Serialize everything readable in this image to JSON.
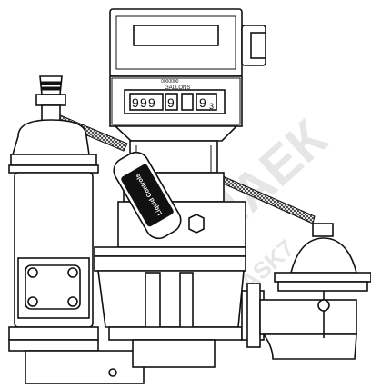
{
  "register": {
    "unit_label": "GALLONS",
    "counter_digits": [
      "9",
      "9",
      "9",
      "9"
    ],
    "right_digit": "9",
    "right_subscript": "3",
    "serial_mark": "0000000"
  },
  "badge": {
    "logo_text": "Liquid Controls"
  },
  "watermark": {
    "brand": "КОМПАЕК",
    "url": "WWW.ASK7"
  },
  "colors": {
    "line": "#111111",
    "background": "#ffffff",
    "watermark": "#cfcfcf"
  }
}
